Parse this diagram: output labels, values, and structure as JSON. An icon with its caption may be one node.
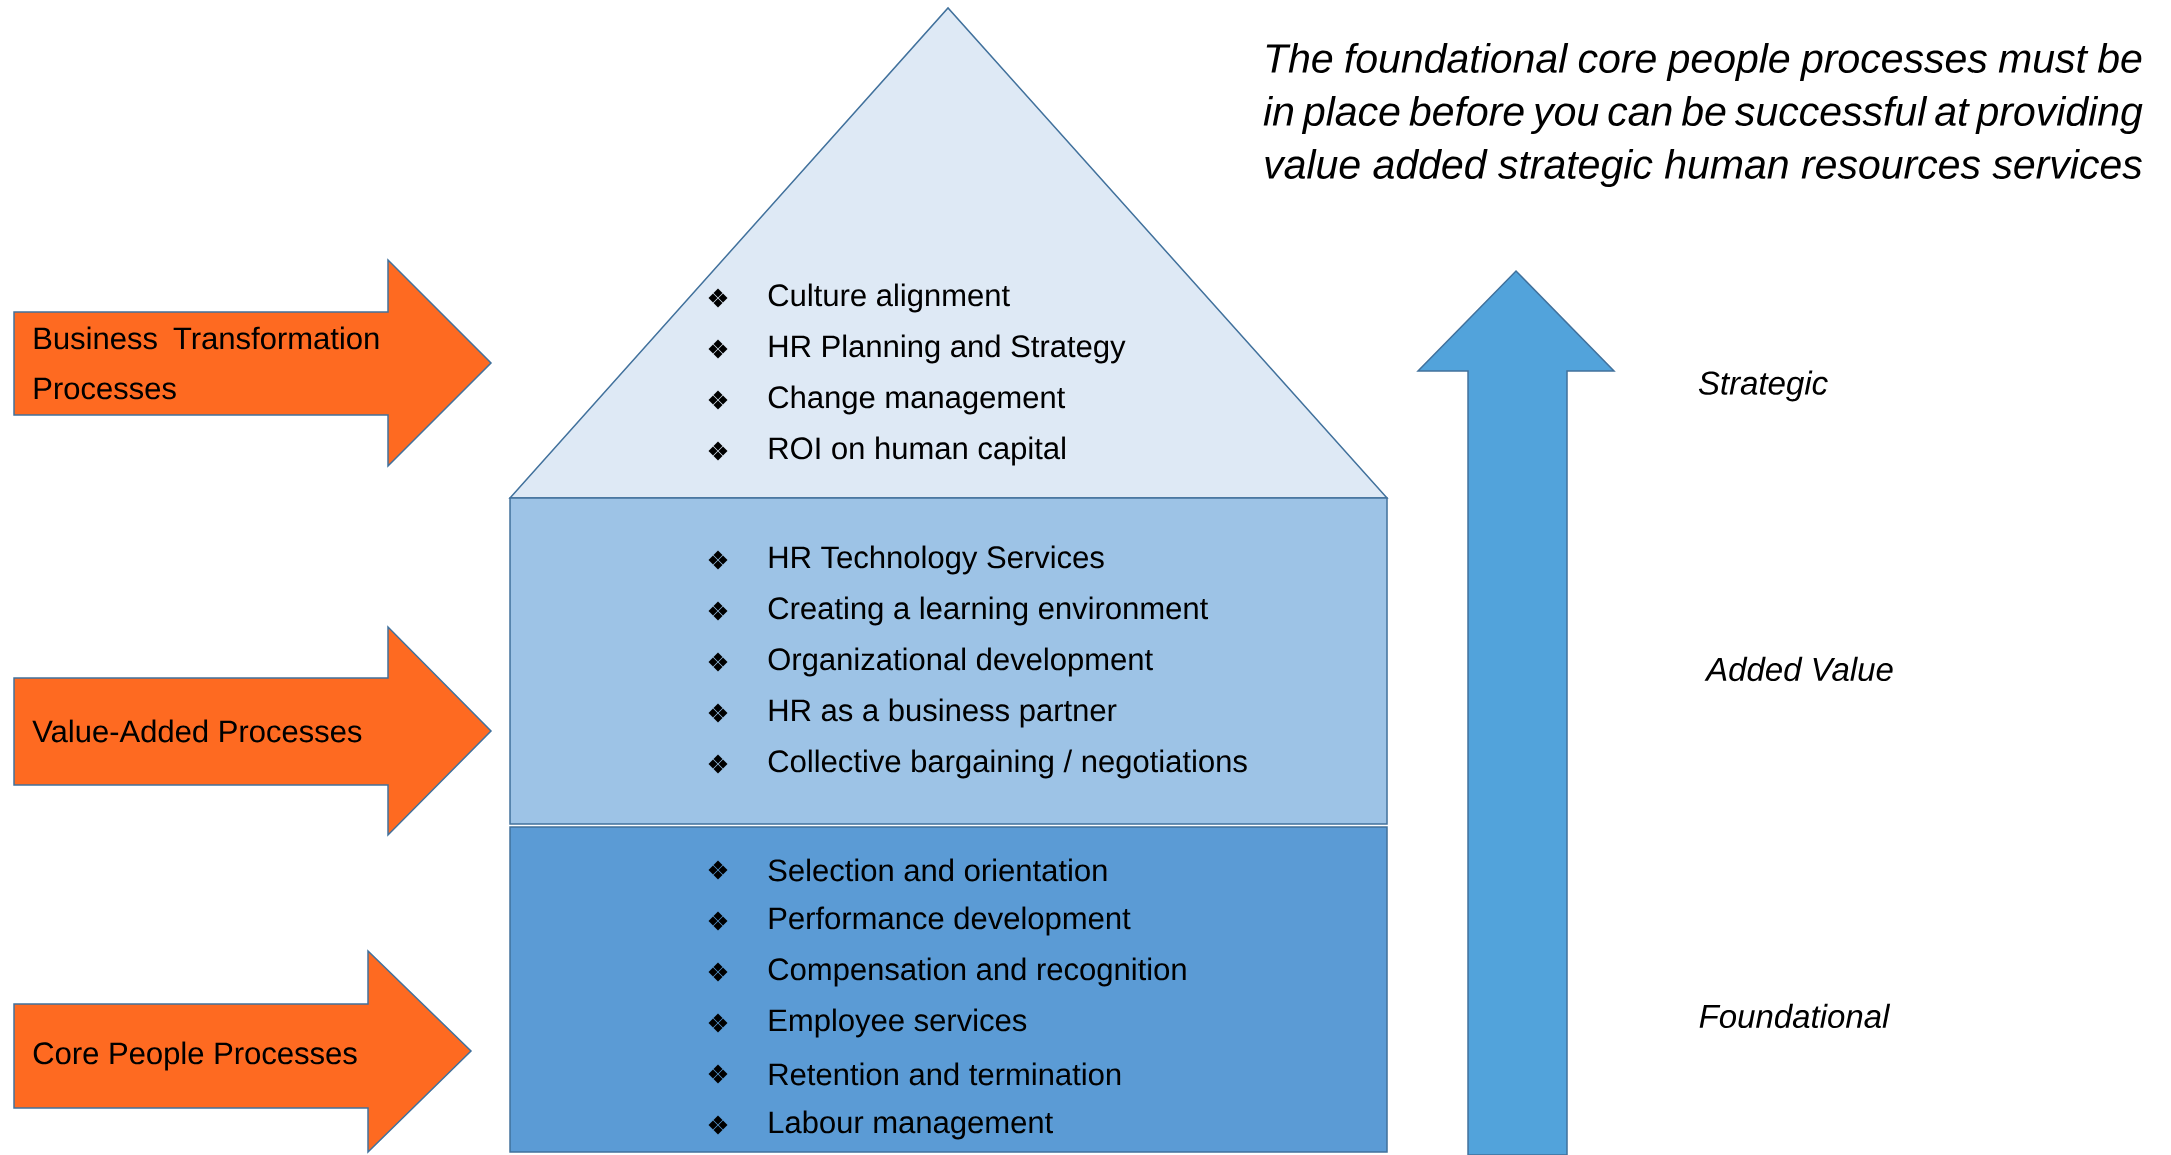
{
  "diagram": {
    "nodes": [
      {
        "text": [
          "Culture alignment",
          "HR Planning and Strategy",
          "Change management",
          "ROI on human capital"
        ]
      },
      {
        "text": [
          "HR Technology Services",
          "Creating a learning environment",
          "Organizational development",
          "HR as a business partner",
          "Collective bargaining / negotiations"
        ]
      },
      {
        "text": [
          "Selection and orientation",
          "Performance development",
          "Compensation and recognition",
          "Employee services",
          "Retention and termination",
          "Labour management"
        ]
      },
      {
        "text": [
          "Business Transformation Processes"
        ]
      },
      {
        "text": [
          "Value-Added Processes"
        ]
      },
      {
        "text": [
          "Core People Processes"
        ]
      }
    ],
    "labels": [
      "The foundational core people processes must be in place before you can be successful at providing value added strategic human resources services",
      "Strategic",
      "Added Value",
      "Foundational"
    ]
  }
}
